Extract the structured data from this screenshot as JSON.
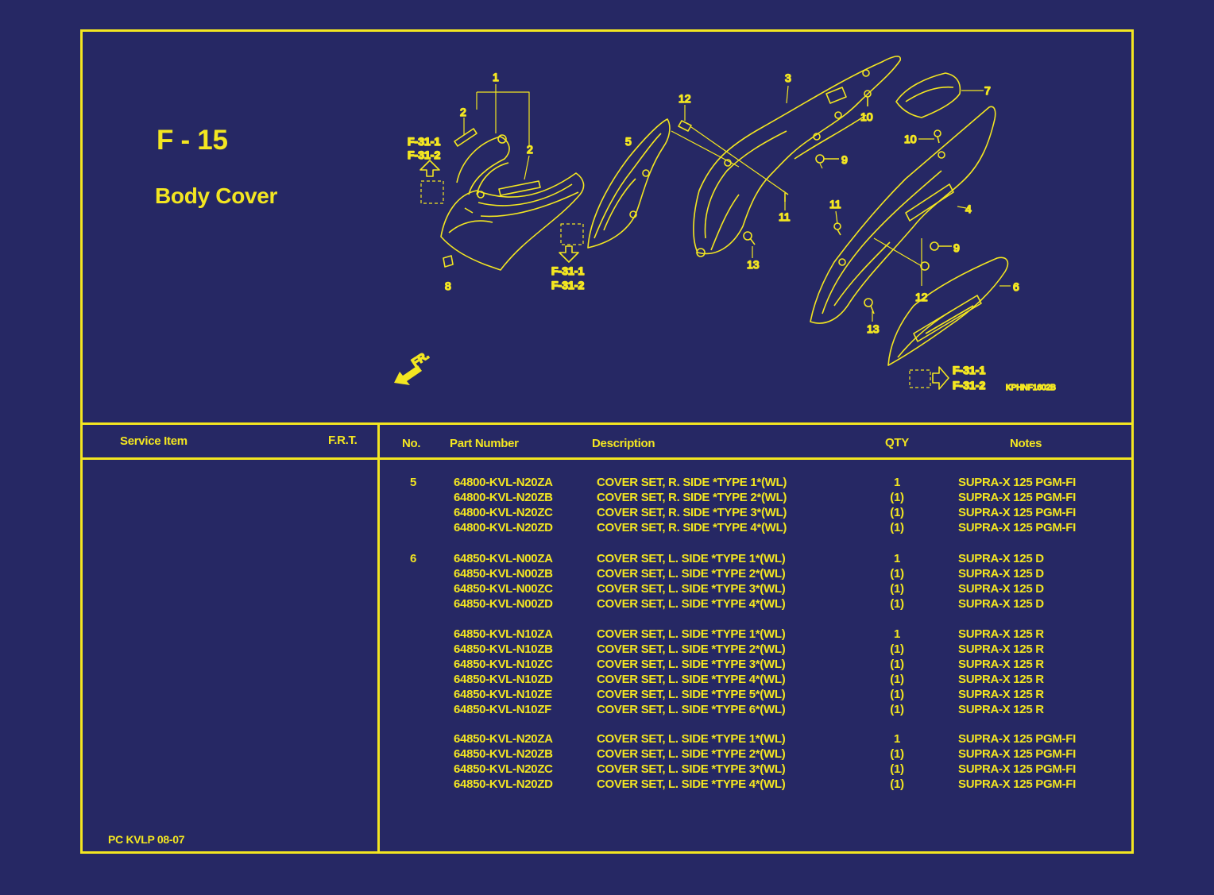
{
  "figure": {
    "code": "F - 15",
    "title": "Body Cover",
    "drawing_code": "KPHNF1602B",
    "front_arrow": "FR.",
    "callouts": [
      "1",
      "2",
      "2",
      "3",
      "4",
      "5",
      "6",
      "7",
      "8",
      "9",
      "9",
      "10",
      "10",
      "11",
      "11",
      "12",
      "12",
      "13",
      "13"
    ],
    "refs": {
      "left": [
        "F-31-1",
        "F-31-2"
      ],
      "mid": [
        "F-31-1",
        "F-31-2"
      ],
      "right": [
        "F-31-1",
        "F-31-2"
      ]
    }
  },
  "table": {
    "headers": {
      "service_item": "Service Item",
      "frt": "F.R.T.",
      "no": "No.",
      "part_number": "Part Number",
      "description": "Description",
      "qty": "QTY",
      "notes": "Notes"
    },
    "rows": [
      {
        "no": "5",
        "part": "64800-KVL-N20ZA",
        "desc": "COVER SET, R. SIDE *TYPE 1*(WL)",
        "qty": "1",
        "notes": "SUPRA-X 125 PGM-FI"
      },
      {
        "no": "",
        "part": "64800-KVL-N20ZB",
        "desc": "COVER SET, R. SIDE *TYPE 2*(WL)",
        "qty": "(1)",
        "notes": "SUPRA-X 125 PGM-FI"
      },
      {
        "no": "",
        "part": "64800-KVL-N20ZC",
        "desc": "COVER SET, R. SIDE *TYPE 3*(WL)",
        "qty": "(1)",
        "notes": "SUPRA-X 125 PGM-FI"
      },
      {
        "no": "",
        "part": "64800-KVL-N20ZD",
        "desc": "COVER SET, R. SIDE *TYPE 4*(WL)",
        "qty": "(1)",
        "notes": "SUPRA-X 125 PGM-FI"
      },
      {
        "no": "6",
        "part": "64850-KVL-N00ZA",
        "desc": "COVER SET, L. SIDE *TYPE 1*(WL)",
        "qty": "1",
        "notes": "SUPRA-X 125 D"
      },
      {
        "no": "",
        "part": "64850-KVL-N00ZB",
        "desc": "COVER SET, L. SIDE *TYPE 2*(WL)",
        "qty": "(1)",
        "notes": "SUPRA-X 125 D"
      },
      {
        "no": "",
        "part": "64850-KVL-N00ZC",
        "desc": "COVER SET, L. SIDE *TYPE 3*(WL)",
        "qty": "(1)",
        "notes": "SUPRA-X 125 D"
      },
      {
        "no": "",
        "part": "64850-KVL-N00ZD",
        "desc": "COVER SET, L. SIDE *TYPE 4*(WL)",
        "qty": "(1)",
        "notes": "SUPRA-X 125 D"
      },
      {
        "no": "",
        "part": "64850-KVL-N10ZA",
        "desc": "COVER SET, L. SIDE *TYPE 1*(WL)",
        "qty": "1",
        "notes": "SUPRA-X 125 R"
      },
      {
        "no": "",
        "part": "64850-KVL-N10ZB",
        "desc": "COVER SET, L. SIDE *TYPE 2*(WL)",
        "qty": "(1)",
        "notes": "SUPRA-X 125 R"
      },
      {
        "no": "",
        "part": "64850-KVL-N10ZC",
        "desc": "COVER SET, L. SIDE *TYPE 3*(WL)",
        "qty": "(1)",
        "notes": "SUPRA-X 125 R"
      },
      {
        "no": "",
        "part": "64850-KVL-N10ZD",
        "desc": "COVER SET, L. SIDE *TYPE 4*(WL)",
        "qty": "(1)",
        "notes": "SUPRA-X 125 R"
      },
      {
        "no": "",
        "part": "64850-KVL-N10ZE",
        "desc": "COVER SET, L. SIDE *TYPE 5*(WL)",
        "qty": "(1)",
        "notes": "SUPRA-X 125 R"
      },
      {
        "no": "",
        "part": "64850-KVL-N10ZF",
        "desc": "COVER SET, L. SIDE *TYPE 6*(WL)",
        "qty": "(1)",
        "notes": "SUPRA-X 125 R"
      },
      {
        "no": "",
        "part": "64850-KVL-N20ZA",
        "desc": "COVER SET, L. SIDE *TYPE 1*(WL)",
        "qty": "1",
        "notes": "SUPRA-X 125 PGM-FI"
      },
      {
        "no": "",
        "part": "64850-KVL-N20ZB",
        "desc": "COVER SET, L. SIDE *TYPE 2*(WL)",
        "qty": "(1)",
        "notes": "SUPRA-X 125 PGM-FI"
      },
      {
        "no": "",
        "part": "64850-KVL-N20ZC",
        "desc": "COVER SET, L. SIDE *TYPE 3*(WL)",
        "qty": "(1)",
        "notes": "SUPRA-X 125 PGM-FI"
      },
      {
        "no": "",
        "part": "64850-KVL-N20ZD",
        "desc": "COVER SET, L. SIDE *TYPE 4*(WL)",
        "qty": "(1)",
        "notes": "SUPRA-X 125 PGM-FI"
      }
    ]
  },
  "footer": {
    "catalog_code": "PC KVLP 08-07"
  },
  "colors": {
    "background": "#262864",
    "ink": "#f3e621"
  }
}
